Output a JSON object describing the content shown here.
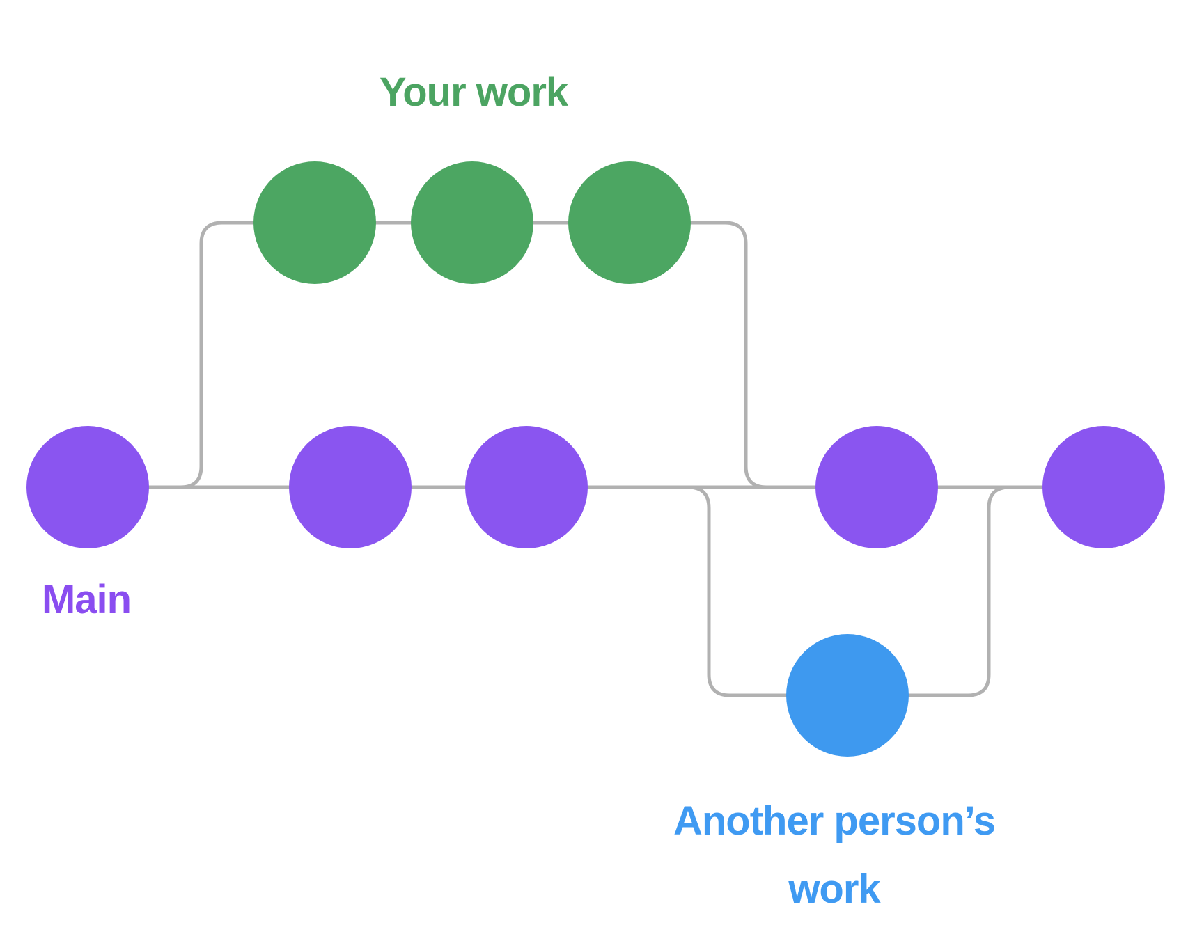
{
  "page": {
    "background": "#FFFFFF",
    "connector_color": "#B1B1B1"
  },
  "diagram": {
    "type": "git-branch-illustration",
    "branches": [
      {
        "id": "main",
        "label": "Main",
        "node_color": "#8A55F0",
        "label_color": "#8A4DF0",
        "commit_count": 5
      },
      {
        "id": "your-work",
        "label": "Your work",
        "node_color": "#4CA662",
        "label_color": "#4CA462",
        "commit_count": 3
      },
      {
        "id": "another-persons-work",
        "label_line1": "Another person’s",
        "label_line2": "work",
        "node_color": "#3E99EF",
        "label_color": "#3F9AF2",
        "commit_count": 1
      }
    ]
  }
}
